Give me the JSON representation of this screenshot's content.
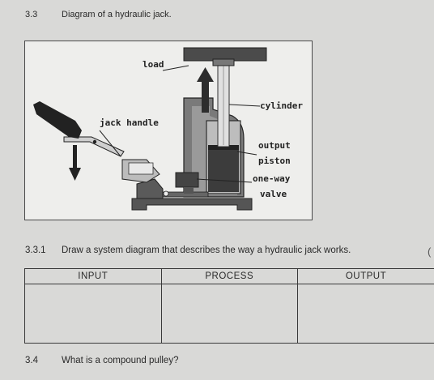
{
  "heading": {
    "number": "3.3",
    "title": "Diagram of a hydraulic jack."
  },
  "diagram": {
    "labels": {
      "load": "load",
      "cylinder": "cylinder",
      "jack_handle": "jack handle",
      "output": "output",
      "piston": "piston",
      "one_way": "one-way",
      "valve": "valve"
    }
  },
  "question_1": {
    "number": "3.3.1",
    "text": "Draw a system diagram that describes the way a hydraulic jack works.",
    "marks_open": "("
  },
  "table": {
    "headers": [
      "INPUT",
      "PROCESS",
      "OUTPUT"
    ],
    "rows": [
      [
        "",
        "",
        ""
      ]
    ]
  },
  "question_2": {
    "number": "3.4",
    "text": "What is a compound pulley?"
  }
}
